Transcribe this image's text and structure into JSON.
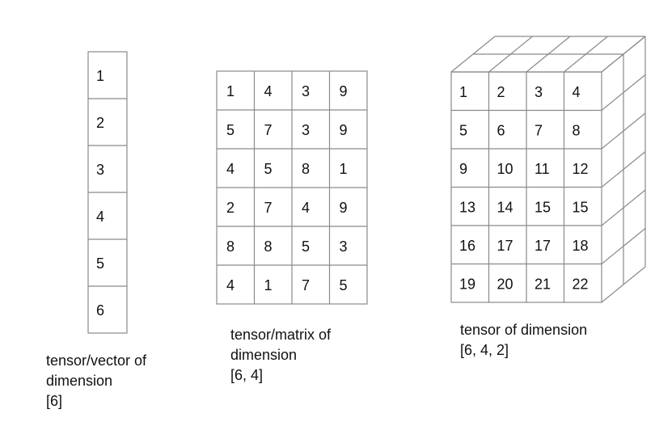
{
  "vector": {
    "values": [
      "1",
      "2",
      "3",
      "4",
      "5",
      "6"
    ],
    "caption": [
      "tensor/vector of",
      "dimension",
      "[6]"
    ]
  },
  "matrix": {
    "rows": [
      [
        "1",
        "4",
        "3",
        "9"
      ],
      [
        "5",
        "7",
        "3",
        "9"
      ],
      [
        "4",
        "5",
        "8",
        "1"
      ],
      [
        "2",
        "7",
        "4",
        "9"
      ],
      [
        "8",
        "8",
        "5",
        "3"
      ],
      [
        "4",
        "1",
        "7",
        "5"
      ]
    ],
    "caption": [
      "tensor/matrix of",
      "dimension",
      "[6, 4]"
    ]
  },
  "tensor3d": {
    "front_rows": [
      [
        "1",
        "2",
        "3",
        "4"
      ],
      [
        "5",
        "6",
        "7",
        "8"
      ],
      [
        "9",
        "10",
        "11",
        "12"
      ],
      [
        "13",
        "14",
        "15",
        "15"
      ],
      [
        "16",
        "17",
        "17",
        "18"
      ],
      [
        "19",
        "20",
        "21",
        "22"
      ]
    ],
    "caption": [
      "tensor of dimension",
      "[6, 4, 2]"
    ]
  },
  "colors": {
    "line": "#8a8a8a",
    "text": "#111111",
    "background": "#ffffff"
  }
}
